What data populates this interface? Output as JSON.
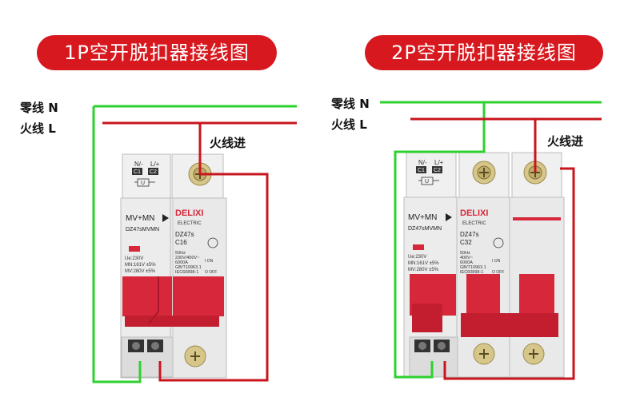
{
  "left": {
    "title": "1P空开脱扣器接线图",
    "neutral_label": "零线 N",
    "live_label": "火线 L",
    "live_in_label": "火线进",
    "breaker": {
      "product_line": "MV+MN",
      "model_code": "DZ47sMVMN",
      "aux_top_left": "N/-",
      "aux_top_right": "L/+",
      "aux_term1": "C1",
      "aux_term2": "C2",
      "aux_u": "U",
      "brand": "DELIXI",
      "brand_sub": "ELECTRIC",
      "model": "DZ47s",
      "rating": "C16",
      "spec1": "Ue:230V",
      "spec2": "MN:161V ±5%",
      "spec3": "MV:280V ±5%",
      "spec4": "50Hz",
      "spec5": "230V/400V~",
      "spec6": "6000A",
      "spec7": "GB/T10963.1",
      "spec8": "IEC60898-1",
      "on": "I ON",
      "off": "O OFF"
    }
  },
  "right": {
    "title": "2P空开脱扣器接线图",
    "neutral_label": "零线 N",
    "live_label": "火线 L",
    "live_in_label": "火线进",
    "breaker": {
      "product_line": "MV+MN",
      "model_code": "DZ47sMVMN",
      "aux_top_left": "N/-",
      "aux_top_right": "L/+",
      "aux_term1": "C1",
      "aux_term2": "C2",
      "aux_u": "U",
      "brand": "DELIXI",
      "brand_sub": "ELECTRIC",
      "model": "DZ47s",
      "rating": "C32",
      "spec1": "Ue:230V",
      "spec2": "MN:161V ±5%",
      "spec3": "MV:280V ±5%",
      "spec4": "50Hz",
      "spec5": "400V~",
      "spec6": "6000A",
      "spec7": "GB/T10963.1",
      "spec8": "IEC60898-1",
      "on": "I ON",
      "off": "O OFF"
    }
  },
  "colors": {
    "title_bg": "#d7191f",
    "neutral_wire": "#2ed12e",
    "live_wire": "#c8161d",
    "breaker_body": "#ececec",
    "handle": "#d6283a"
  }
}
